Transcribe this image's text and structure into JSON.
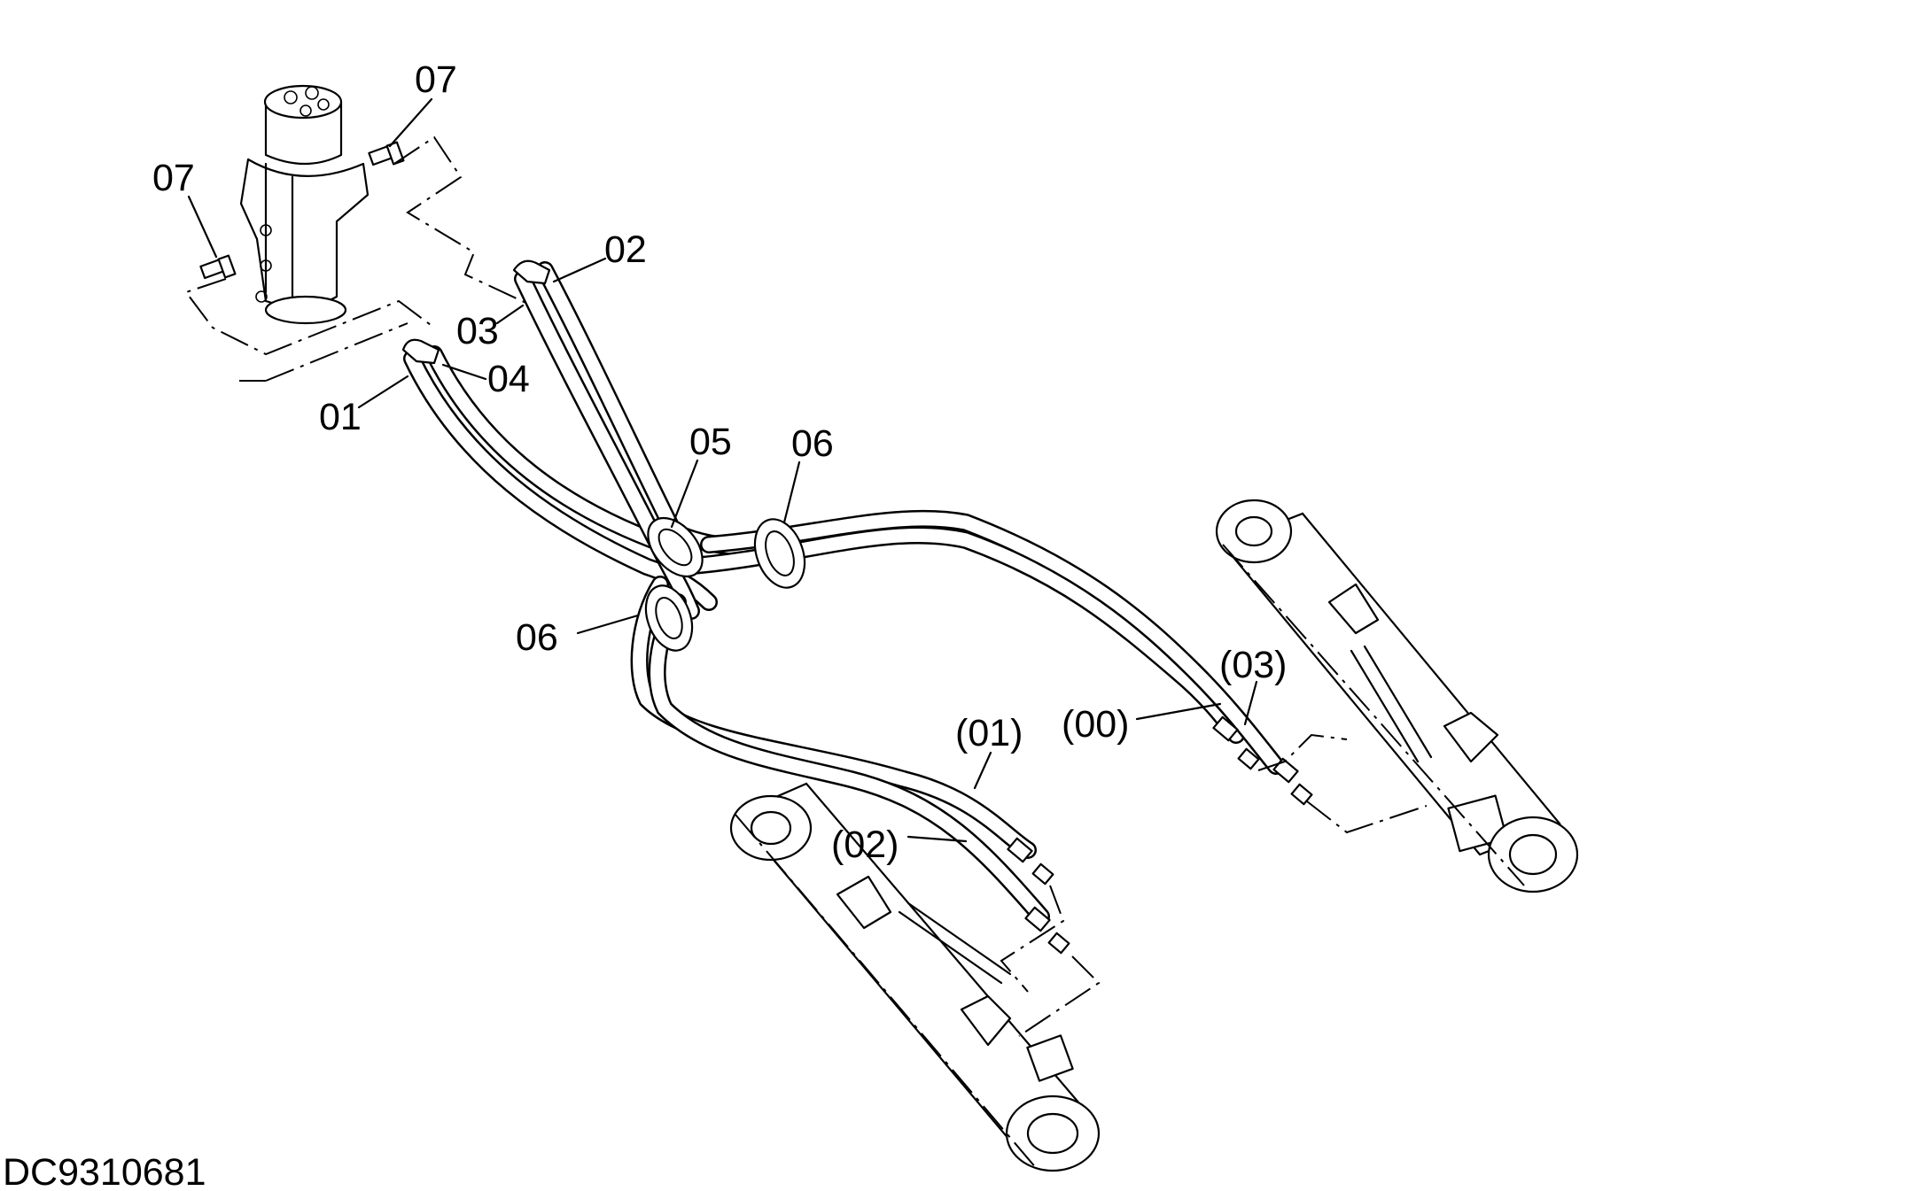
{
  "diagram": {
    "drawing_number": "DC9310681",
    "labels": {
      "l07_top": "07",
      "l07_left": "07",
      "l02": "02",
      "l03": "03",
      "l04": "04",
      "l01": "01",
      "l05": "05",
      "l06_top": "06",
      "l06_mid": "06",
      "l03p": "(03)",
      "l00p": "(00)",
      "l01p": "(01)",
      "l02p": "(02)"
    }
  }
}
